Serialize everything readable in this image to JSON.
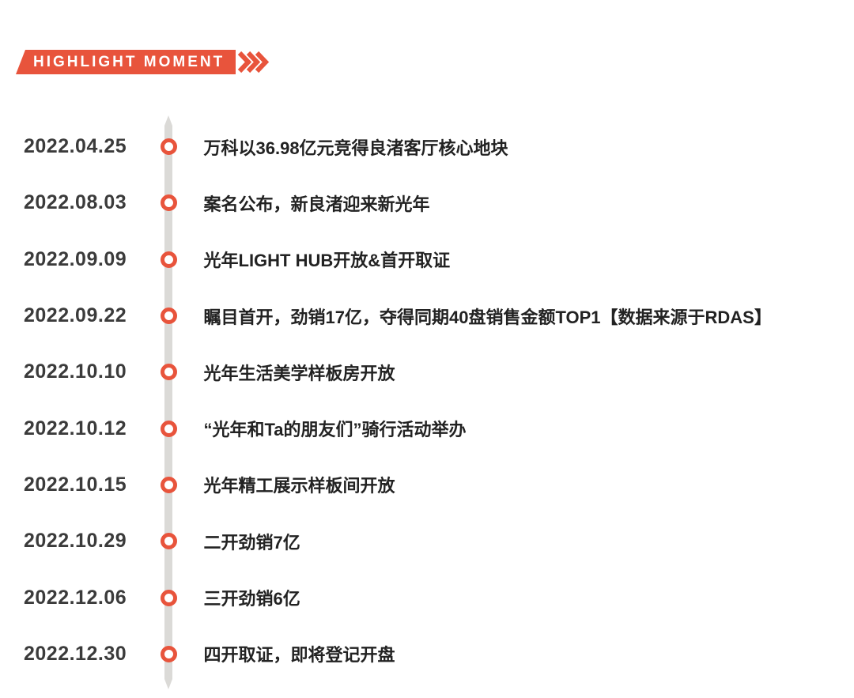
{
  "header": {
    "title": "HIGHLIGHT MOMENT",
    "accent_color": "#E8543C",
    "chevrons_icon": "triple-chevron-right-icon"
  },
  "timeline": {
    "line_color": "#DBDAD7",
    "marker_color": "#E8543C",
    "items": [
      {
        "date": "2022.04.25",
        "text": "万科以36.98亿元竞得良渚客厅核心地块"
      },
      {
        "date": "2022.08.03",
        "text": "案名公布，新良渚迎来新光年"
      },
      {
        "date": "2022.09.09",
        "text": "光年LIGHT HUB开放&首开取证"
      },
      {
        "date": "2022.09.22",
        "text": "瞩目首开，劲销17亿，夺得同期40盘销售金额TOP1【数据来源于RDAS】"
      },
      {
        "date": "2022.10.10",
        "text": "光年生活美学样板房开放"
      },
      {
        "date": "2022.10.12",
        "text": "“光年和Ta的朋友们”骑行活动举办"
      },
      {
        "date": "2022.10.15",
        "text": "光年精工展示样板间开放"
      },
      {
        "date": "2022.10.29",
        "text": "二开劲销7亿"
      },
      {
        "date": "2022.12.06",
        "text": "三开劲销6亿"
      },
      {
        "date": "2022.12.30",
        "text": "四开取证，即将登记开盘"
      }
    ]
  }
}
